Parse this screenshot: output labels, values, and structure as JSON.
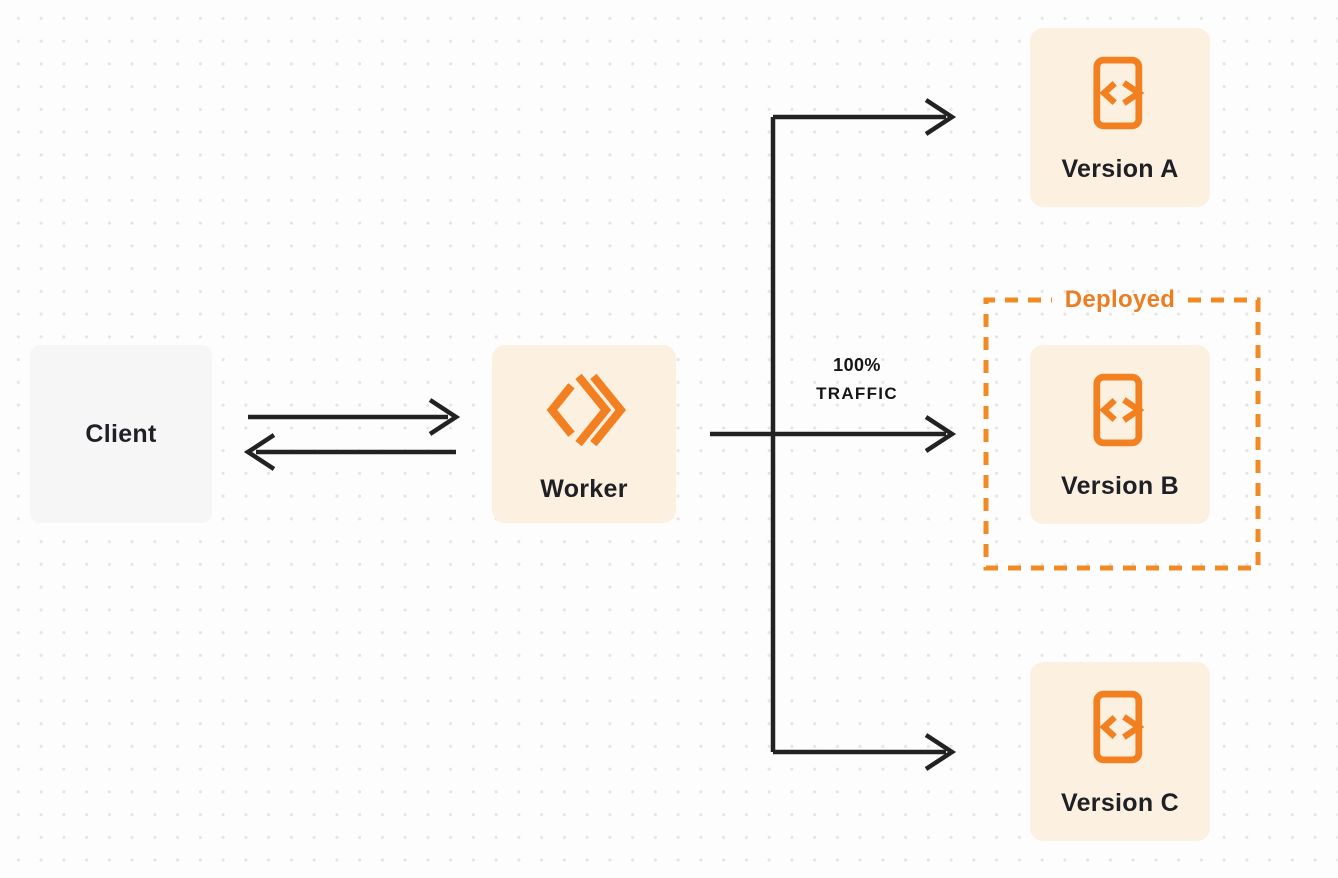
{
  "client": {
    "label": "Client"
  },
  "worker": {
    "label": "Worker",
    "icon": "workers-logo-icon"
  },
  "traffic": {
    "line1": "100%",
    "line2": "TRAFFIC"
  },
  "deployed": {
    "label": "Deployed"
  },
  "versions": [
    {
      "label": "Version A",
      "icon": "code-file-icon",
      "deployed": false
    },
    {
      "label": "Version B",
      "icon": "code-file-icon",
      "deployed": true
    },
    {
      "label": "Version C",
      "icon": "code-file-icon",
      "deployed": false
    }
  ],
  "colors": {
    "accent_orange": "#F28021",
    "deployed_text_orange": "#ED7D21",
    "node_cream": "#FCF0E1",
    "node_gray": "#F6F6F7",
    "connector_dark": "#222222",
    "label_dark": "#1F2025",
    "background": "#FDFDFD",
    "dot_grid": "#E4E4E4"
  }
}
